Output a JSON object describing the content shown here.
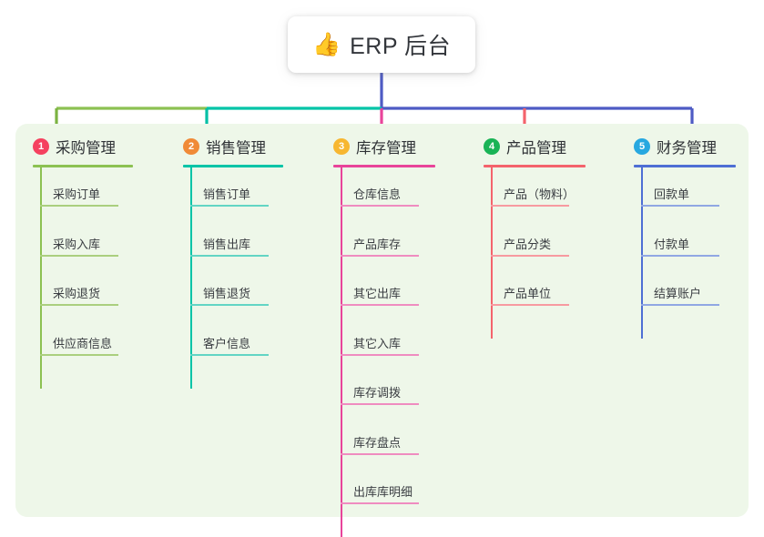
{
  "root": {
    "icon": "thumbs-up-emoji",
    "emoji": "👍",
    "title": "ERP 后台"
  },
  "panel": {
    "background_color": "#eef7e9"
  },
  "connector_colors": {
    "trunk": "#4e5bc4",
    "segment_1": "#8cc152",
    "segment_2": "#00c4a7",
    "segment_3": "#4e5bc4",
    "segment_4": "#4e5bc4",
    "drop_1": "#7cb342",
    "drop_2": "#00bfa5",
    "drop_3": "#e8449a",
    "drop_4": "#f4636c",
    "drop_5": "#4e5bc4"
  },
  "branches": [
    {
      "number": "1",
      "title": "采购管理",
      "badge_color": "#f5415f",
      "line_color": "#8cc152",
      "child_line_color": "#aacf7e",
      "children": [
        {
          "label": "采购订单"
        },
        {
          "label": "采购入库"
        },
        {
          "label": "采购退货"
        },
        {
          "label": "供应商信息"
        }
      ]
    },
    {
      "number": "2",
      "title": "销售管理",
      "badge_color": "#f08a37",
      "line_color": "#00c4a7",
      "child_line_color": "#62d5c4",
      "children": [
        {
          "label": "销售订单"
        },
        {
          "label": "销售出库"
        },
        {
          "label": "销售退货"
        },
        {
          "label": "客户信息"
        }
      ]
    },
    {
      "number": "3",
      "title": "库存管理",
      "badge_color": "#f7b731",
      "line_color": "#e8449a",
      "child_line_color": "#ef8cc0",
      "children": [
        {
          "label": "仓库信息"
        },
        {
          "label": "产品库存"
        },
        {
          "label": "其它出库"
        },
        {
          "label": "其它入库"
        },
        {
          "label": "库存调拨"
        },
        {
          "label": "库存盘点"
        },
        {
          "label": "出库库明细"
        }
      ]
    },
    {
      "number": "4",
      "title": "产品管理",
      "badge_color": "#19b356",
      "line_color": "#f4636c",
      "child_line_color": "#f79aa0",
      "children": [
        {
          "label": "产品（物料）"
        },
        {
          "label": "产品分类"
        },
        {
          "label": "产品单位"
        }
      ]
    },
    {
      "number": "5",
      "title": "财务管理",
      "badge_color": "#27a8e0",
      "line_color": "#4e6fd4",
      "child_line_color": "#90a7e3",
      "children": [
        {
          "label": "回款单"
        },
        {
          "label": "付款单"
        },
        {
          "label": "结算账户"
        }
      ]
    }
  ]
}
